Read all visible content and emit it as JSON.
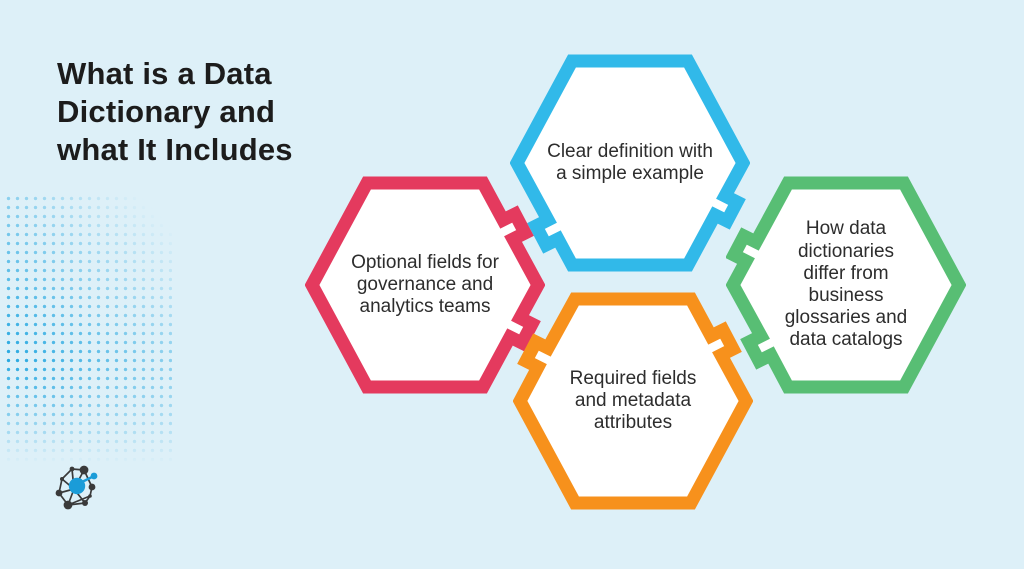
{
  "title": "What is a Data Dictionary and what It Includes",
  "hexagons": [
    {
      "id": "clear-definition",
      "label": "Clear definition with a simple example",
      "color": "#31b9e9"
    },
    {
      "id": "optional-fields",
      "label": "Optional fields for governance and analytics teams",
      "color": "#e43a5e"
    },
    {
      "id": "differences",
      "label": "How data dictionaries differ from business glossaries and data catalogs",
      "color": "#58be74"
    },
    {
      "id": "required-fields",
      "label": "Required fields and metadata attributes",
      "color": "#f7911c"
    }
  ],
  "logo": {
    "name": "network-graph-logo",
    "accent_color": "#1b9cd8",
    "dark_color": "#3a3a3a"
  },
  "colors": {
    "background": "#ddf0f8",
    "title_text": "#1c1c1c",
    "body_text": "#2d2d2d",
    "dot_pattern": "#29a9e1"
  }
}
